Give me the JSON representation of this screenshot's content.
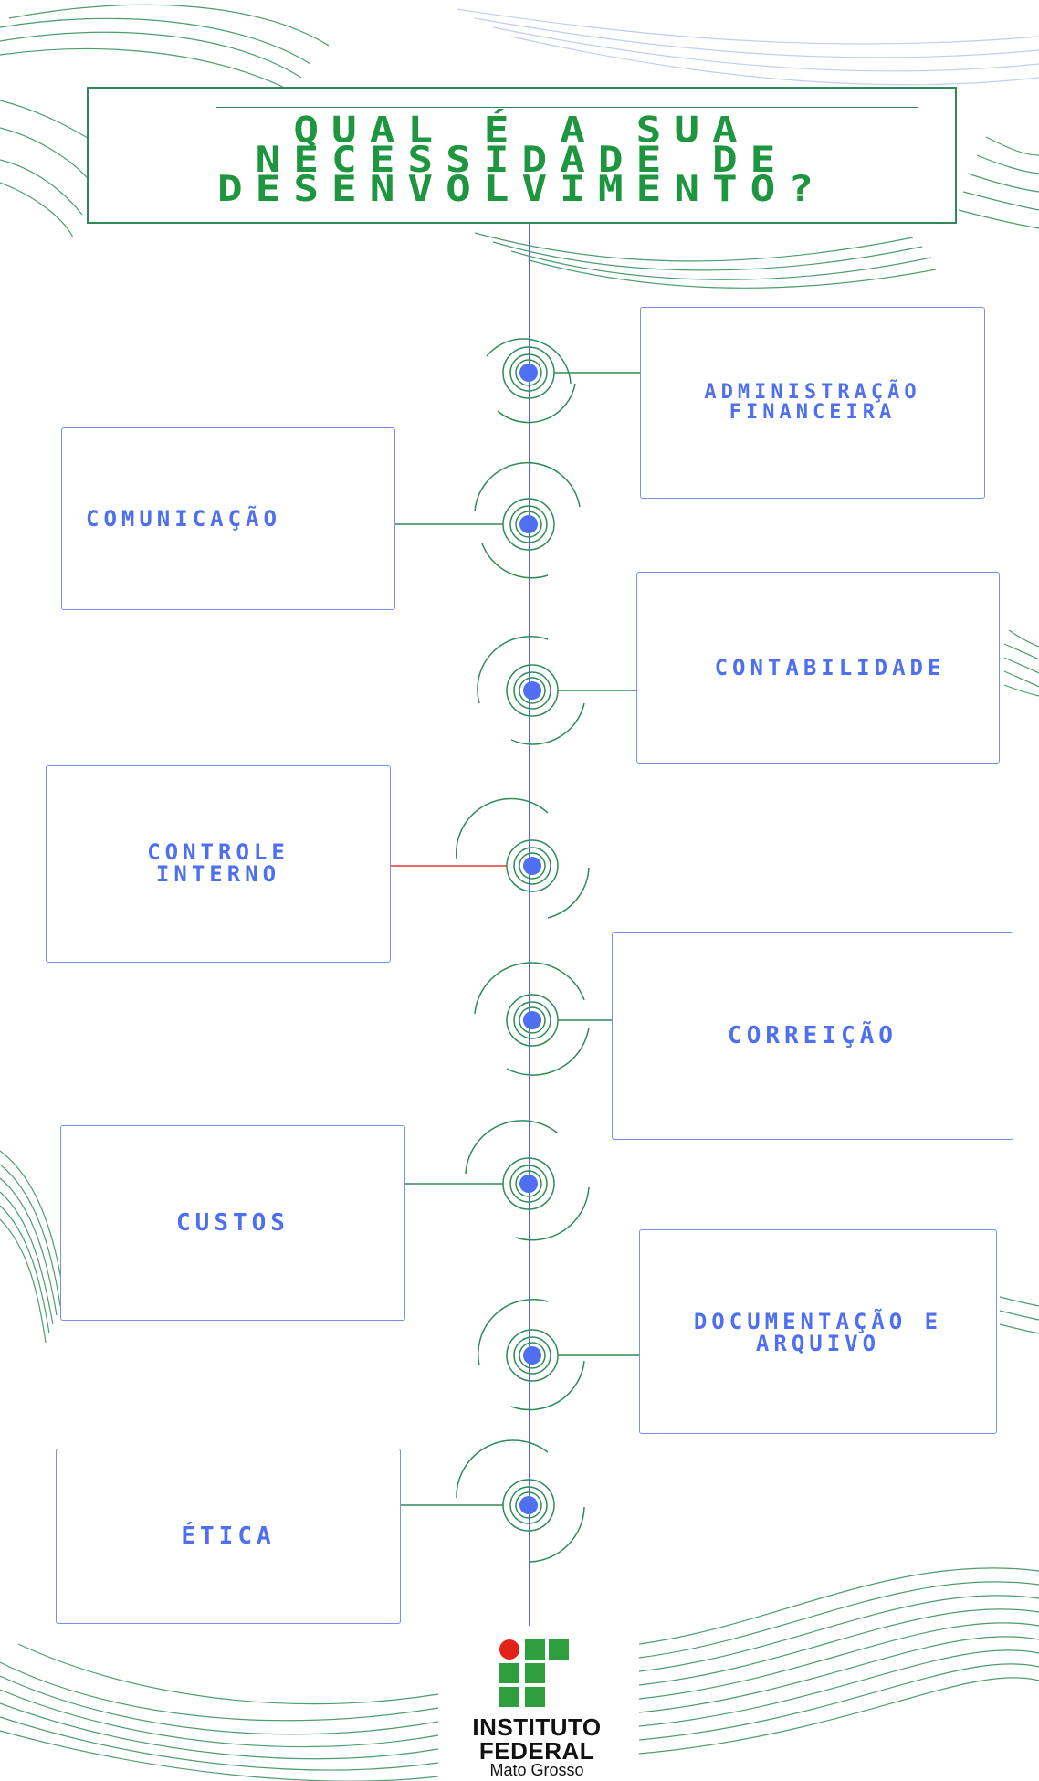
{
  "title": "QUAL É A SUA NECESSIDADE DE DESENVOLVIMENTO?",
  "timeline_items": [
    {
      "id": "administracao-financeira",
      "label": "ADMINISTRAÇÃO FINANCEIRA"
    },
    {
      "id": "comunicacao",
      "label": "COMUNICAÇÃO"
    },
    {
      "id": "contabilidade",
      "label": "CONTABILIDADE"
    },
    {
      "id": "controle-interno",
      "label": "CONTROLE INTERNO"
    },
    {
      "id": "correicao",
      "label": "CORREIÇÃO"
    },
    {
      "id": "custos",
      "label": "CUSTOS"
    },
    {
      "id": "documentacao-e-arquivo",
      "label": "DOCUMENTAÇÃO E ARQUIVO"
    },
    {
      "id": "etica",
      "label": "ÉTICA"
    }
  ],
  "logo": {
    "line1": "INSTITUTO",
    "line2": "FEDERAL",
    "line3": "Mato Grosso"
  },
  "colors": {
    "title_green": "#1e9640",
    "label_blue": "#4d6ff0",
    "dot_blue": "#4d6ff0",
    "ring_green": "#2e8b57",
    "timeline_line": "#5566dd",
    "connector_red": "#e53935",
    "logo_green": "#2e9e3e",
    "logo_red": "#e2231a"
  }
}
